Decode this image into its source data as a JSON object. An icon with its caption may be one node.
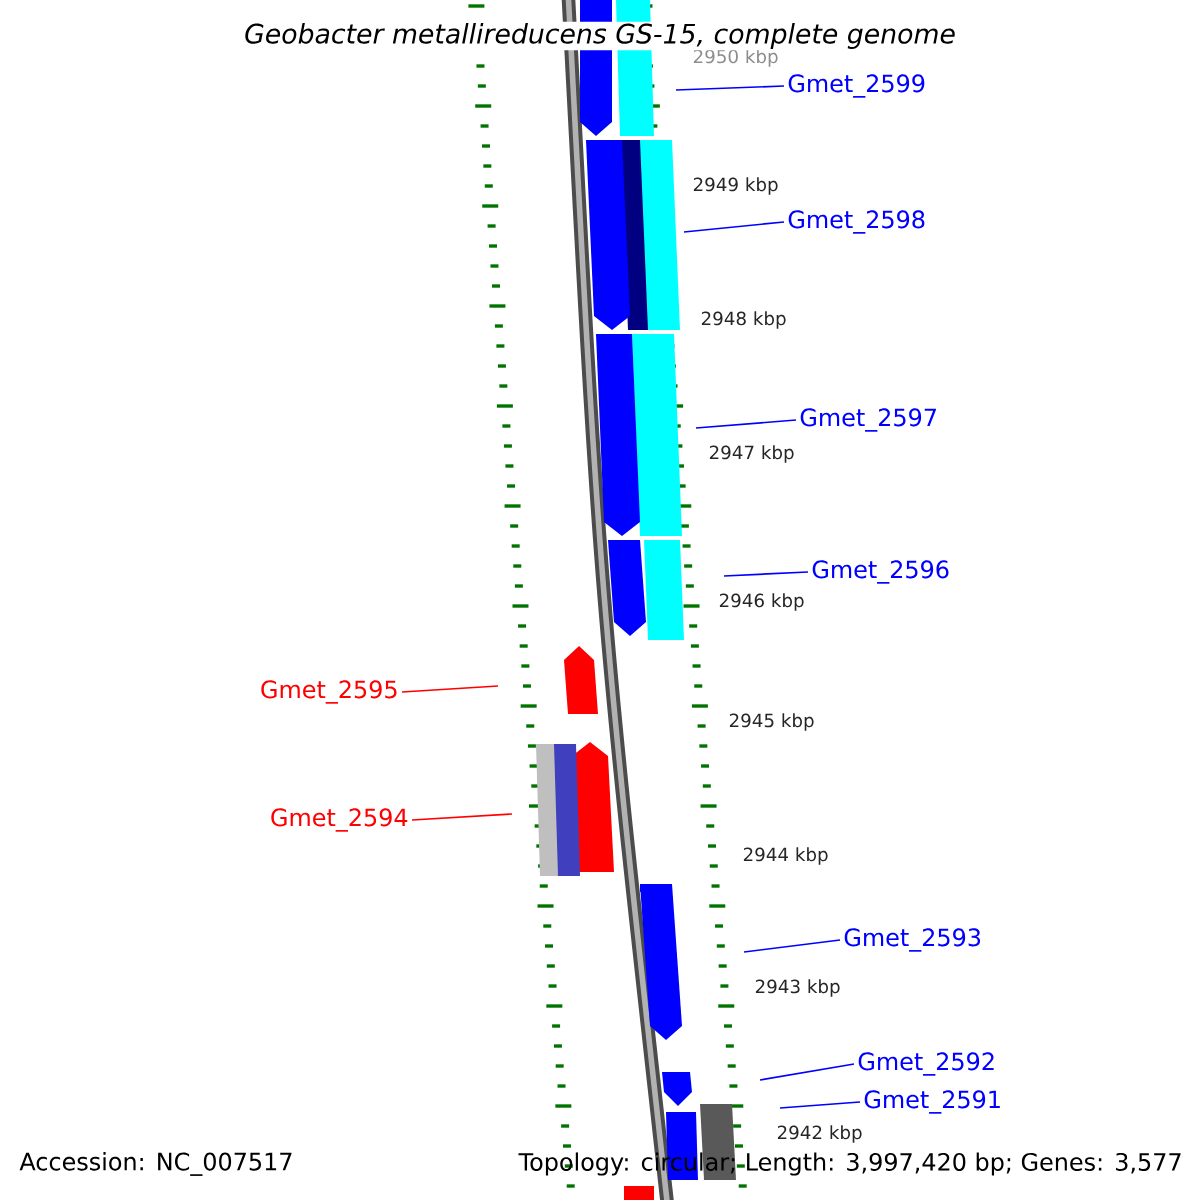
{
  "diagram": {
    "title": "Geobacter metallireducens GS-15, complete genome",
    "nodes": [
      {
        "text": [
          "Gmet_2599"
        ]
      },
      {
        "text": [
          "Gmet_2598"
        ]
      },
      {
        "text": [
          "Gmet_2597"
        ]
      },
      {
        "text": [
          "Gmet_2596"
        ]
      },
      {
        "text": [
          "Gmet_2595"
        ]
      },
      {
        "text": [
          "Gmet_2594"
        ]
      },
      {
        "text": [
          "Gmet_2593"
        ]
      },
      {
        "text": [
          "Gmet_2592"
        ]
      },
      {
        "text": [
          "Gmet_2591"
        ]
      }
    ],
    "edges": [
      {
        "from": 0,
        "to": null,
        "arrow": "none",
        "color": "#0000ff"
      },
      {
        "from": 1,
        "to": null,
        "arrow": "none",
        "color": "#0000ff"
      },
      {
        "from": 2,
        "to": null,
        "arrow": "none",
        "color": "#0000ff"
      },
      {
        "from": 3,
        "to": null,
        "arrow": "none",
        "color": "#0000ff"
      },
      {
        "from": 4,
        "to": null,
        "arrow": "none",
        "color": "#ff0000"
      },
      {
        "from": 5,
        "to": null,
        "arrow": "none",
        "color": "#ff0000"
      },
      {
        "from": 6,
        "to": null,
        "arrow": "none",
        "color": "#0000ff"
      },
      {
        "from": 7,
        "to": null,
        "arrow": "none",
        "color": "#0000ff"
      },
      {
        "from": 8,
        "to": null,
        "arrow": "none",
        "color": "#0000ff"
      }
    ],
    "labels": [
      "2950 kbp",
      "2949 kbp",
      "2948 kbp",
      "2947 kbp",
      "2946 kbp",
      "2945 kbp",
      "2944 kbp",
      "2943 kbp",
      "2942 kbp",
      "Accession: NC_007517",
      "Topology: circular; Length: 3,997,420 bp; Genes: 3,577"
    ]
  }
}
